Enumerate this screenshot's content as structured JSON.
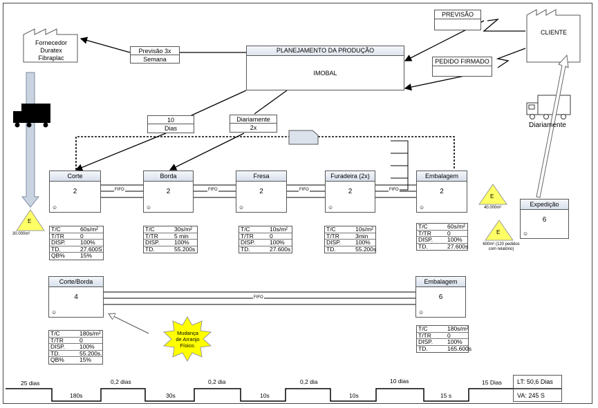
{
  "supplier": {
    "line1": "Fornecedor",
    "line2": "Duratex",
    "line3": "Fibraplac"
  },
  "customer": {
    "label": "CLIENTE"
  },
  "planning": {
    "title": "PLANEJAMENTO DA PRODUÇÃO",
    "body": "IMOBAL"
  },
  "forecast_supplier": {
    "top": "Previsão 3x",
    "bottom": "Semana"
  },
  "forecast_customer": {
    "label": "PREVISÃO"
  },
  "firm_order": {
    "label": "PEDIDO FIRMADO"
  },
  "freq_left": {
    "top": "10",
    "bottom": "Dias"
  },
  "freq_right": {
    "top": "Diariamente",
    "bottom": "2x"
  },
  "truck_right_label": "Diariamente",
  "fifo": "FIFO",
  "current_processes": [
    {
      "name": "Corte",
      "count": "2",
      "data": [
        [
          "T/C",
          "60s/m²"
        ],
        [
          "T/TR",
          "0"
        ],
        [
          "DISP.",
          "100%"
        ],
        [
          "TD.",
          "27.600S"
        ],
        [
          "QB%",
          "15%"
        ]
      ]
    },
    {
      "name": "Borda",
      "count": "2",
      "data": [
        [
          "T/C",
          "30s/m²"
        ],
        [
          "T/TR",
          "5 min"
        ],
        [
          "DISP.",
          "100%"
        ],
        [
          "TD.",
          "55.200s"
        ]
      ]
    },
    {
      "name": "Fresa",
      "count": "2",
      "data": [
        [
          "T/C",
          "10s/m²"
        ],
        [
          "T/TR",
          "0"
        ],
        [
          "DISP.",
          "100%"
        ],
        [
          "TD.",
          "27.600s"
        ]
      ]
    },
    {
      "name": "Furadeira (2x)",
      "count": "2",
      "data": [
        [
          "T/C",
          "10s/m²"
        ],
        [
          "T/TR",
          "3min"
        ],
        [
          "DISP.",
          "100%"
        ],
        [
          "TD.",
          "55.200s"
        ]
      ]
    },
    {
      "name": "Embalagem",
      "count": "2",
      "data": [
        [
          "T/C",
          "60s/m²"
        ],
        [
          "T/TR",
          "0"
        ],
        [
          "DISP.",
          "100%"
        ],
        [
          "TD.",
          "27.600s"
        ]
      ]
    }
  ],
  "shipping": {
    "name": "Expedição",
    "count": "6"
  },
  "inventory": {
    "supplier_stock": {
      "symbol": "E",
      "qty": "30.000m²"
    },
    "finished_1": {
      "symbol": "E",
      "qty": "40.000m²"
    },
    "finished_2": {
      "symbol": "E",
      "qty": "600m² (120 pedidos com relatório)"
    }
  },
  "future_processes": [
    {
      "name": "Corte/Borda",
      "count": "4",
      "data": [
        [
          "T/C",
          "180s/m²"
        ],
        [
          "T/TR",
          "0"
        ],
        [
          "DISP.",
          "100%"
        ],
        [
          "TD.",
          "55.200s."
        ],
        [
          "QB%",
          "15%"
        ]
      ]
    },
    {
      "name": "Embalagem",
      "count": "6",
      "data": [
        [
          "T/C",
          "180s/m²"
        ],
        [
          "T/TR",
          "0"
        ],
        [
          "DISP.",
          "100%"
        ],
        [
          "TD.",
          "165.600s"
        ]
      ]
    }
  ],
  "kaizen": {
    "line1": "Mudança",
    "line2": "de Arranjo",
    "line3": "Físico."
  },
  "timeline": {
    "waits": [
      "25 dias",
      "0,2 dias",
      "0,2 dia",
      "0,2 dia",
      "10 dias",
      "15 Dias"
    ],
    "process_times": [
      "180s",
      "30s",
      "10s",
      "10s",
      "15 s"
    ],
    "lead_time": "LT: 50,6 Dias",
    "value_added": "VA: 245 S"
  }
}
